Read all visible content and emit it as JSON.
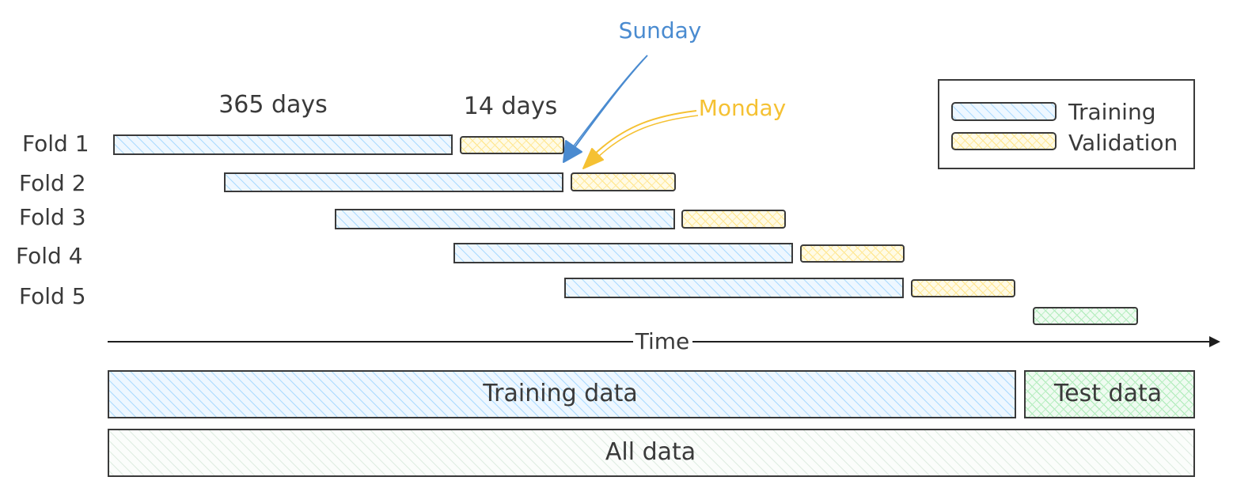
{
  "labels": {
    "durations": {
      "training": "365 days",
      "validation": "14 days"
    },
    "callouts": {
      "sunday": "Sunday",
      "monday": "Monday"
    },
    "axis": "Time",
    "folds": [
      "Fold 1",
      "Fold 2",
      "Fold 3",
      "Fold 4",
      "Fold 5"
    ],
    "legend": {
      "training": "Training",
      "validation": "Validation"
    },
    "data_blocks": {
      "training_data": "Training data",
      "test_data": "Test data",
      "all_data": "All data"
    }
  },
  "colors": {
    "training": "#a5d8ff",
    "validation": "#ffec99",
    "test": "#b2f2bb",
    "all": "#dbe8df",
    "sunday": "#4a8bd0",
    "monday": "#f5c133",
    "ink": "#3a3a3a"
  }
}
